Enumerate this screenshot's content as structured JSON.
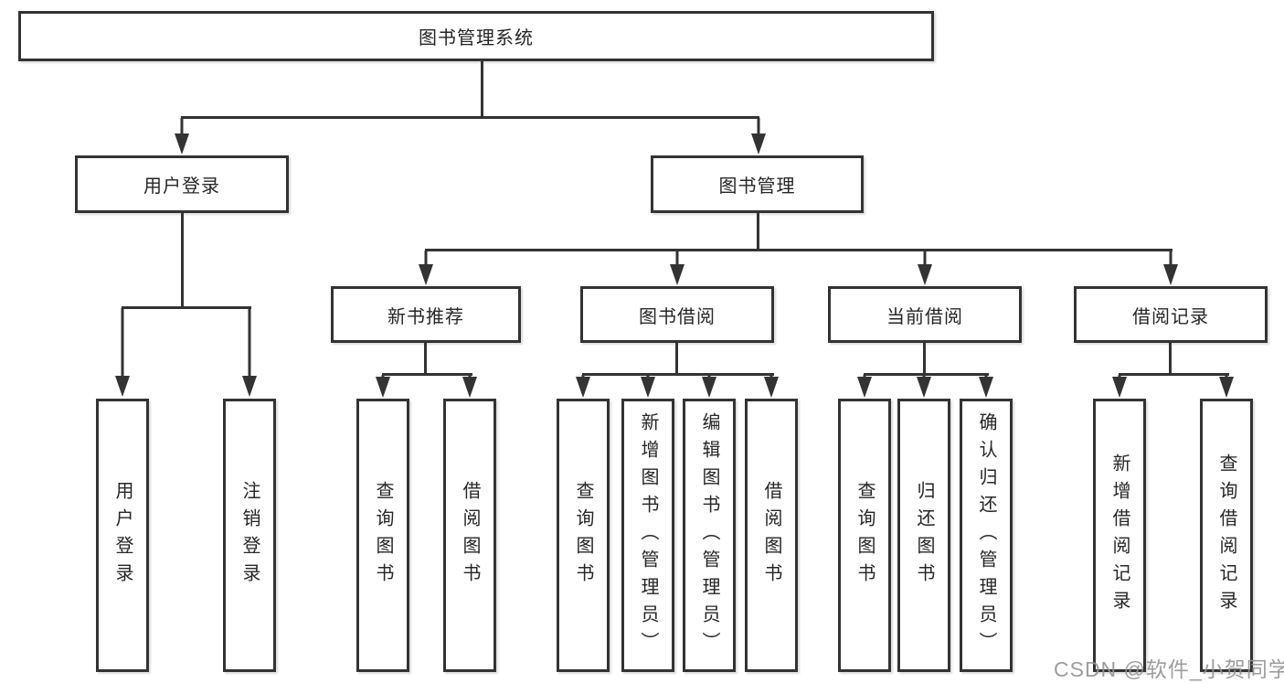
{
  "diagram": {
    "type": "hierarchy-tree",
    "title": "图书管理系统",
    "colors": {
      "line": "#333333",
      "box_border": "#333333",
      "box_fill": "#ffffff",
      "text": "#262626",
      "background": "#ffffff",
      "watermark": "#949494"
    },
    "nodes": {
      "root": "图书管理系统",
      "user_login": "用户登录",
      "book_mgmt": "图书管理",
      "new_book_rec": "新书推荐",
      "book_borrow": "图书借阅",
      "current_borrow": "当前借阅",
      "borrow_record": "借阅记录",
      "leaf_user_login": "用户登录",
      "leaf_logout": "注销登录",
      "leaf_query_book_1": "查询图书",
      "leaf_borrow_book_1": "借阅图书",
      "leaf_query_book_2": "查询图书",
      "leaf_add_book": "新增图书（管理员）",
      "leaf_edit_book": "编辑图书（管理员）",
      "leaf_borrow_book_2": "借阅图书",
      "leaf_query_book_3": "查询图书",
      "leaf_return_book": "归还图书",
      "leaf_confirm_return": "确认归还（管理员）",
      "leaf_add_record": "新增借阅记录",
      "leaf_query_record": "查询借阅记录"
    },
    "hierarchy": [
      {
        "parent": "图书管理系统",
        "children": [
          "用户登录",
          "图书管理"
        ]
      },
      {
        "parent": "用户登录",
        "children": [
          "用户登录",
          "注销登录"
        ]
      },
      {
        "parent": "图书管理",
        "children": [
          "新书推荐",
          "图书借阅",
          "当前借阅",
          "借阅记录"
        ]
      },
      {
        "parent": "新书推荐",
        "children": [
          "查询图书",
          "借阅图书"
        ]
      },
      {
        "parent": "图书借阅",
        "children": [
          "查询图书",
          "新增图书（管理员）",
          "编辑图书（管理员）",
          "借阅图书"
        ]
      },
      {
        "parent": "当前借阅",
        "children": [
          "查询图书",
          "归还图书",
          "确认归还（管理员）"
        ]
      },
      {
        "parent": "借阅记录",
        "children": [
          "新增借阅记录",
          "查询借阅记录"
        ]
      }
    ],
    "watermark": "CSDN @软件_小贺同学"
  }
}
